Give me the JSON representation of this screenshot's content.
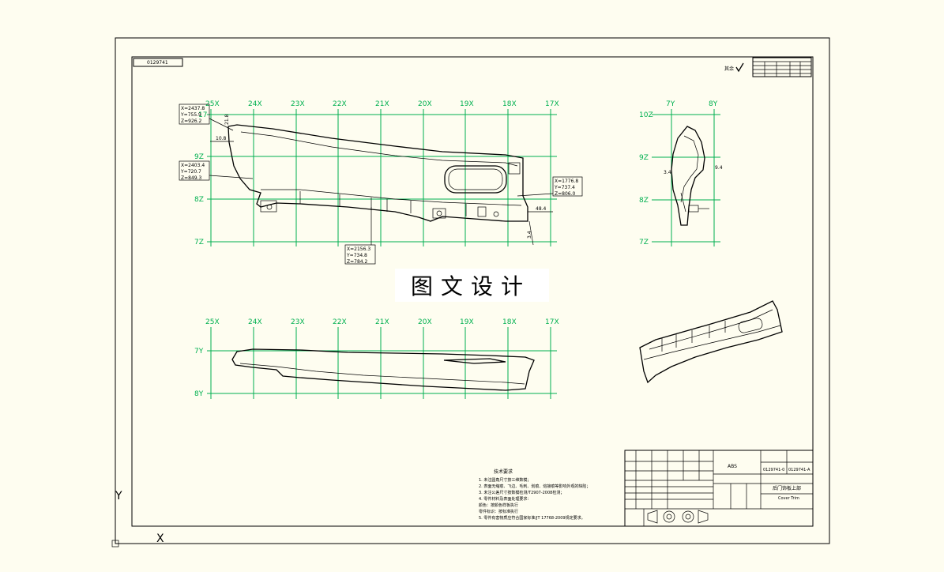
{
  "drawing": {
    "part_no": "0129741",
    "check_mark_label": "其余",
    "watermark": "图文设计",
    "material": "ABS",
    "title_cn": "后门饰板上部",
    "title_en": "Cover Trim",
    "drawing_no_1": "0129741-0",
    "drawing_no_2": "0129741-A"
  },
  "view_top": {
    "x_labels": [
      "25X",
      "24X",
      "23X",
      "22X",
      "21X",
      "20X",
      "19X",
      "18X",
      "17X"
    ],
    "z_labels": [
      "9Z",
      "8Z",
      "7Z"
    ],
    "top_left_label": "17",
    "callout_a": [
      "X=2437.8",
      "Y=755.9",
      "Z=926.2"
    ],
    "callout_b": [
      "X=2403.4",
      "Y=720.7",
      "Z=849.3"
    ],
    "callout_c": [
      "X=1776.8",
      "Y=737.4",
      "Z=806.0"
    ],
    "callout_d": [
      "X=2156.3",
      "Y=734.8",
      "Z=784.2"
    ],
    "dim_1": "10.8",
    "dim_2": "21.8",
    "dim_3": "48.4",
    "dim_4": "3.4"
  },
  "view_side": {
    "y_labels": [
      "7Y",
      "8Y"
    ],
    "z_labels": [
      "10Z",
      "9Z",
      "8Z",
      "7Z"
    ],
    "dim_1": "3.4",
    "dim_2": "9.4"
  },
  "view_bottom": {
    "x_labels": [
      "25X",
      "24X",
      "23X",
      "22X",
      "21X",
      "20X",
      "19X",
      "18X",
      "17X"
    ],
    "y_labels": [
      "7Y",
      "8Y"
    ]
  },
  "tech_req": {
    "title": "技术要求",
    "lines": [
      "1. 未注圆角尺寸按三维数模；",
      "2. 表面无缩痕、飞边、毛刺、划痕、熔接痕等影响外观的缺陷；",
      "3. 未注公差尺寸按数模检测/T2907-2008检测；",
      "4. 零件材料及表面处理要求：",
      "   颜色：按颜色样板执行",
      "   零件标识：按标准执行",
      "5. 零件有害物质应符合国家标准/JT 17768-2009规定要求。"
    ]
  },
  "axes": {
    "y": "Y",
    "x": "X"
  }
}
